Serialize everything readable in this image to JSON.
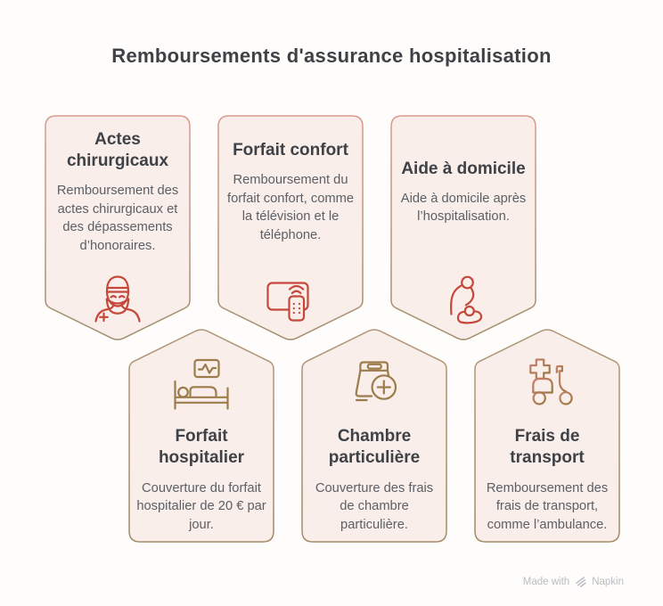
{
  "page": {
    "title": "Remboursements d'assurance hospitalisation"
  },
  "cards": [
    {
      "id": "actes-chirurgicaux",
      "row": "top",
      "title": "Actes chirurgicaux",
      "description": "Remboursement des actes chirurgicaux et des dépassements d’honoraires.",
      "icon": "surgeon-icon"
    },
    {
      "id": "forfait-confort",
      "row": "top",
      "title": "Forfait confort",
      "description": "Remboursement du forfait confort, comme la télévision et le téléphone.",
      "icon": "tv-remote-icon"
    },
    {
      "id": "aide-a-domicile",
      "row": "top",
      "title": "Aide à domicile",
      "description": "Aide à domicile après l’hospitalisation.",
      "icon": "caregiver-icon"
    },
    {
      "id": "forfait-hospitalier",
      "row": "bottom",
      "title": "Forfait hospitalier",
      "description": "Couverture du forfait hospitalier de 20 € par jour.",
      "icon": "hospital-bed-icon"
    },
    {
      "id": "chambre-particuliere",
      "row": "bottom",
      "title": "Chambre particulière",
      "description": "Couverture des frais de chambre particulière.",
      "icon": "private-room-bed-icon"
    },
    {
      "id": "frais-de-transport",
      "row": "bottom",
      "title": "Frais de transport",
      "description": "Remboursement des frais de transport, comme l’ambulance.",
      "icon": "medical-scooter-icon"
    }
  ],
  "footer": {
    "made_with": "Made with",
    "brand": "Napkin"
  },
  "colors": {
    "canvas-bg": "#fffdfb",
    "card-fill": "#f9eeea",
    "card-border-top-start": "#d9998c",
    "card-border-top-end": "#a18f6f",
    "card-border-bottom-start": "#b29677",
    "card-border-bottom-end": "#a28c68",
    "icon-red": "#c5483a",
    "icon-gold": "#9c7c4a",
    "title-color": "#3e4247",
    "body-color": "#5c6066",
    "footer-color": "#b9bcc2"
  }
}
